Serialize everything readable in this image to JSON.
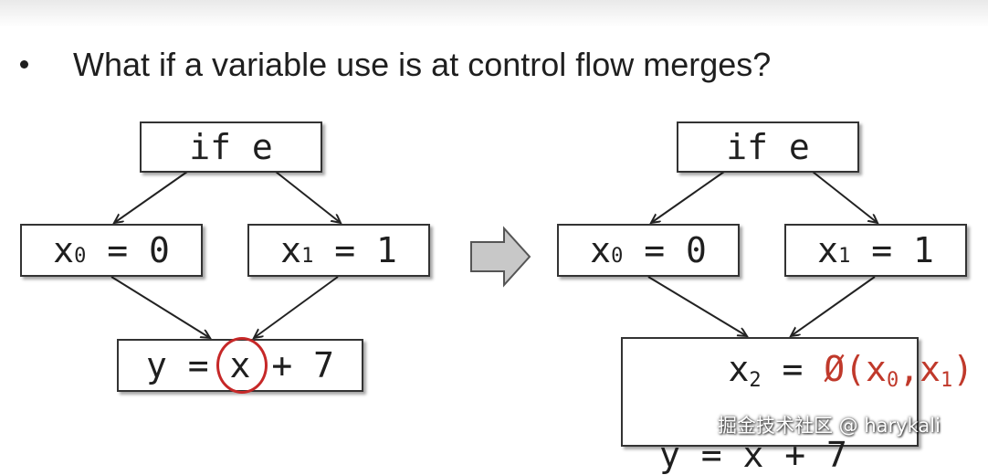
{
  "bullet": {
    "text": "What if a variable use is at control flow merges?"
  },
  "left": {
    "if_box": "if e",
    "x0_box": {
      "var": "x",
      "sub": "0",
      "rest": " = 0"
    },
    "x1_box": {
      "var": "x",
      "sub": "1",
      "rest": " = 1"
    },
    "merge_box": {
      "pre": "y = ",
      "circled": "x",
      "post": " + 7"
    }
  },
  "right": {
    "if_box": "if e",
    "x0_box": {
      "var": "x",
      "sub": "0",
      "rest": " = 0"
    },
    "x1_box": {
      "var": "x",
      "sub": "1",
      "rest": " = 1"
    },
    "merge_box": {
      "line1_pre": "x",
      "line1_sub": "2",
      "line1_eq": " = ",
      "phi": "Ø(x",
      "phi_sub0": "0",
      "phi_mid": ",x",
      "phi_sub1": "1",
      "phi_end": ")",
      "line2": "y = x + 7"
    }
  },
  "watermark": "掘金技术社区 @ harykali",
  "colors": {
    "phi_red": "#c0392b",
    "circle_red": "#c62828",
    "arrow_fill": "#c8c8c8"
  }
}
